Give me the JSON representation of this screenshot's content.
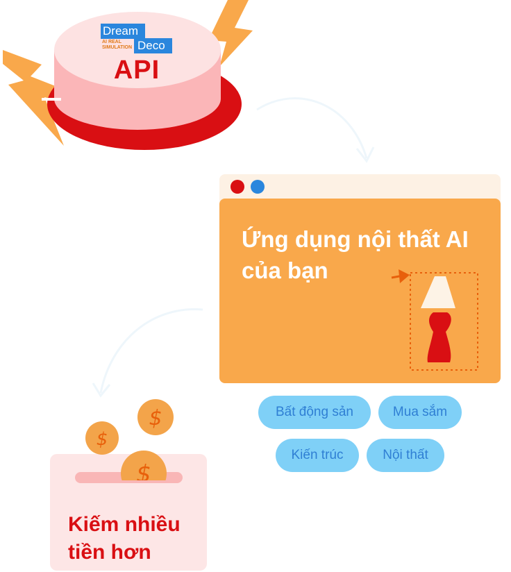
{
  "api_button": {
    "logo_line1": "Dream",
    "logo_line2": "Deco",
    "logo_tagline": "AI REAL SIMULATION",
    "label": "API"
  },
  "app_window": {
    "title_line1": "Ứng dụng nội thất AI",
    "title_line2": "của bạn"
  },
  "chips": [
    {
      "label": "Bất động sản"
    },
    {
      "label": "Mua sắm"
    },
    {
      "label": "Kiến trúc"
    },
    {
      "label": "Nội thất"
    }
  ],
  "earn": {
    "line1": "Kiếm nhiều",
    "line2": "tiền hơn",
    "coin_symbol": "$"
  },
  "colors": {
    "red": "#d90f13",
    "orange": "#f9a84b",
    "blue": "#2a86dd",
    "chip_bg": "#7fd0f7",
    "pink": "#fde6e6"
  }
}
